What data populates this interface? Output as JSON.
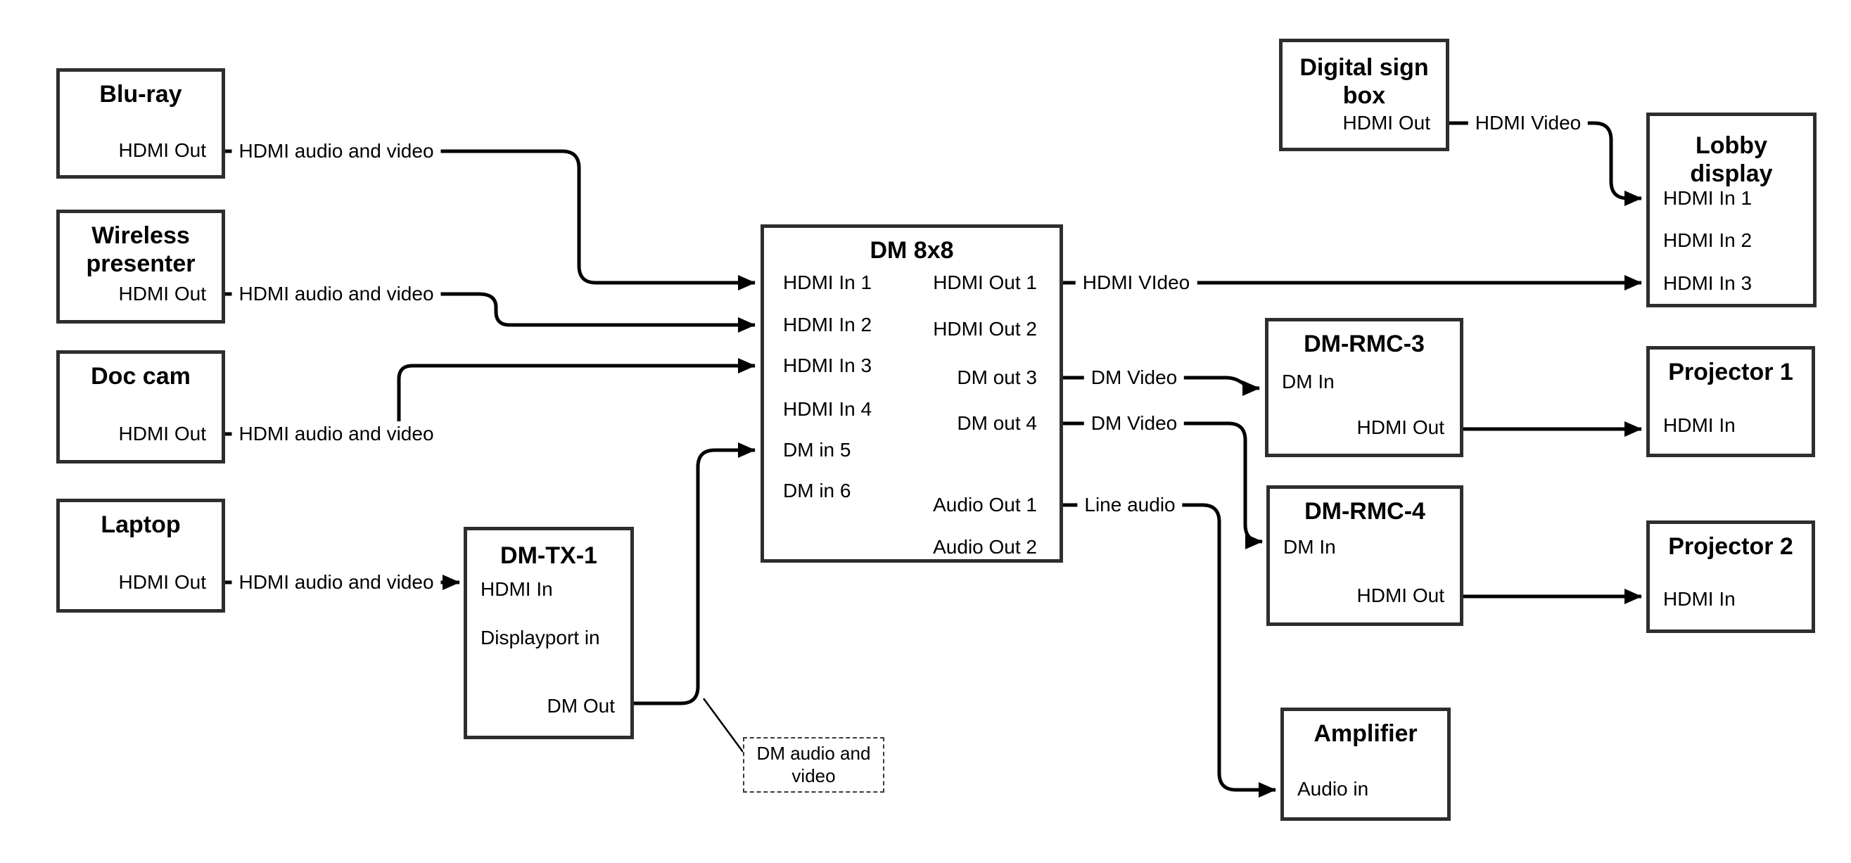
{
  "boxes": {
    "bluray": {
      "title": "Blu-ray",
      "hdmi_out": "HDMI Out"
    },
    "wireless": {
      "title": "Wireless presenter",
      "hdmi_out": "HDMI Out"
    },
    "doccam": {
      "title": "Doc cam",
      "hdmi_out": "HDMI Out"
    },
    "laptop": {
      "title": "Laptop",
      "hdmi_out": "HDMI Out"
    },
    "dmtx1": {
      "title": "DM-TX-1",
      "hdmi_in": "HDMI In",
      "displayport_in": "Displayport in",
      "dm_out": "DM Out"
    },
    "dm8x8": {
      "title": "DM 8x8",
      "hdmi_in_1": "HDMI In 1",
      "hdmi_in_2": "HDMI In 2",
      "hdmi_in_3": "HDMI In 3",
      "hdmi_in_4": "HDMI In 4",
      "dm_in_5": "DM in 5",
      "dm_in_6": "DM in 6",
      "hdmi_out_1": "HDMI Out 1",
      "hdmi_out_2": "HDMI Out 2",
      "dm_out_3": "DM out 3",
      "dm_out_4": "DM out 4",
      "audio_out_1": "Audio Out 1",
      "audio_out_2": "Audio Out 2"
    },
    "digital_sign": {
      "title": "Digital sign box",
      "hdmi_out": "HDMI Out"
    },
    "lobby": {
      "title": "Lobby display",
      "hdmi_in_1": "HDMI In 1",
      "hdmi_in_2": "HDMI In 2",
      "hdmi_in_3": "HDMI In 3"
    },
    "dmrmc3": {
      "title": "DM-RMC-3",
      "dm_in": "DM In",
      "hdmi_out": "HDMI Out"
    },
    "dmrmc4": {
      "title": "DM-RMC-4",
      "dm_in": "DM In",
      "hdmi_out": "HDMI Out"
    },
    "proj1": {
      "title": "Projector 1",
      "hdmi_in": "HDMI In"
    },
    "proj2": {
      "title": "Projector 2",
      "hdmi_in": "HDMI In"
    },
    "amplifier": {
      "title": "Amplifier",
      "audio_in": "Audio in"
    }
  },
  "wire_labels": {
    "bluray_out": "HDMI audio and video",
    "wireless_out": "HDMI audio and video",
    "doccam_out": "HDMI audio and video",
    "laptop_out": "HDMI audio and video",
    "digital_sign_out": "HDMI Video",
    "hdmi_out_1": "HDMI VIdeo",
    "dm_out_3": "DM Video",
    "dm_out_4": "DM Video",
    "audio_out_1": "Line audio"
  },
  "note": {
    "text": "DM audio and video"
  },
  "colors": {
    "line": "#000000",
    "box_border": "#2e2e2e",
    "text": "#000000"
  }
}
